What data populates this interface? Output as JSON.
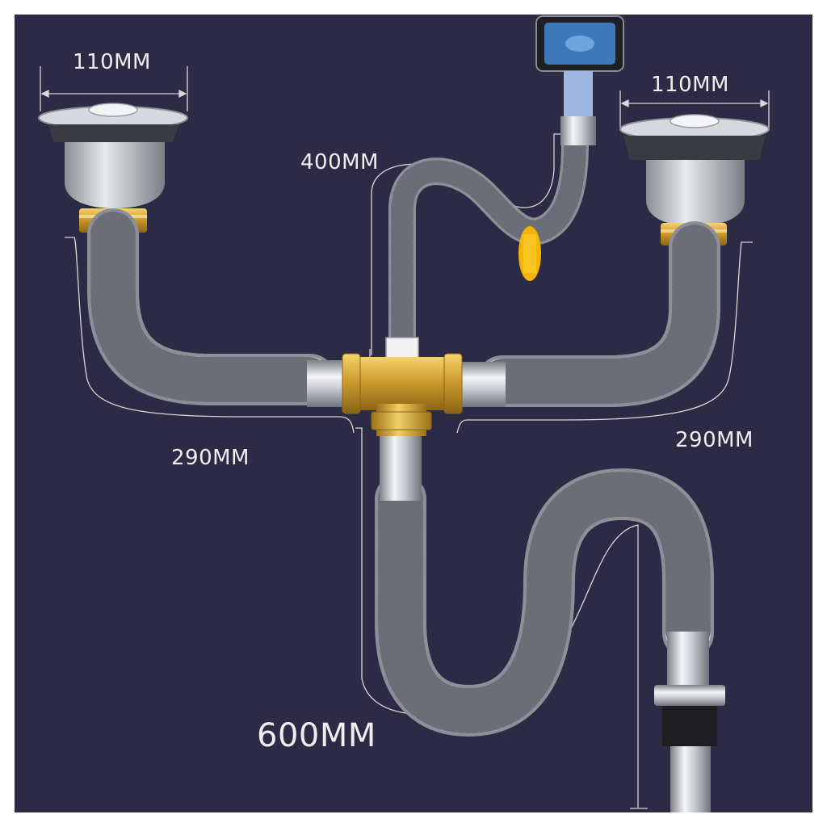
{
  "labels": {
    "left_strainer_width": "110MM",
    "right_strainer_width": "110MM",
    "overflow_hose_length": "400MM",
    "left_arm_length": "290MM",
    "right_arm_length": "290MM",
    "trap_length": "600MM"
  },
  "colors": {
    "background": "#2c2a45",
    "border": "#ffffff",
    "dimension_line": "#d8d8d8",
    "brass": "#d4a52a",
    "chrome": "#c9ccd2",
    "hose": "#b9bcc4",
    "valve": "#f5b400"
  }
}
